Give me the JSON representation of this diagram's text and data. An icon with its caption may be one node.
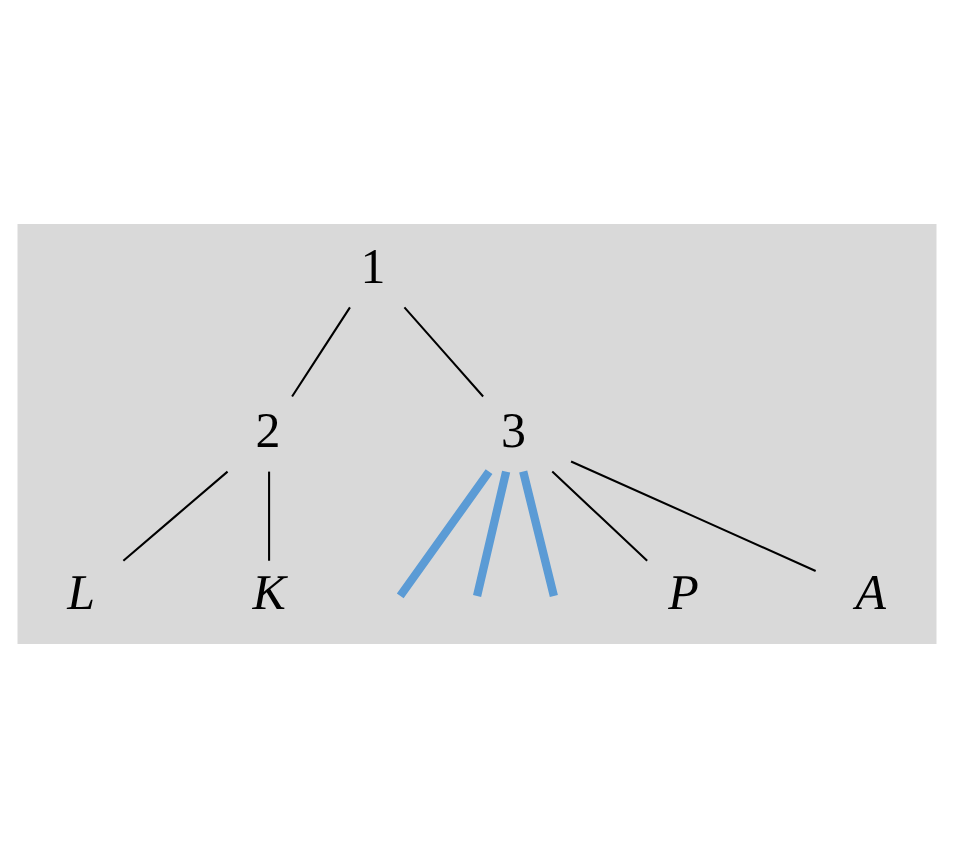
{
  "diagram": {
    "nodes": [
      {
        "text": [
          "1"
        ]
      },
      {
        "text": [
          "2"
        ]
      },
      {
        "text": [
          "3"
        ]
      },
      {
        "text": [
          "L"
        ]
      },
      {
        "text": [
          "K"
        ]
      },
      {
        "text": [
          "P"
        ]
      },
      {
        "text": [
          "A"
        ]
      }
    ],
    "edges": [
      {
        "from": 0,
        "to": 1,
        "arrow": "none"
      },
      {
        "from": 0,
        "to": 2,
        "arrow": "none"
      },
      {
        "from": 1,
        "to": 3,
        "arrow": "none"
      },
      {
        "from": 1,
        "to": 4,
        "arrow": "none"
      },
      {
        "from": 2,
        "to": 5,
        "arrow": "none"
      },
      {
        "from": 2,
        "to": 6,
        "arrow": "none"
      },
      {
        "from": 2,
        "to": null,
        "arrow": "none",
        "style": "thick",
        "color": "#5b9bd5"
      },
      {
        "from": 2,
        "to": null,
        "arrow": "none",
        "style": "thick",
        "color": "#5b9bd5"
      },
      {
        "from": 2,
        "to": null,
        "arrow": "none",
        "style": "thick",
        "color": "#5b9bd5"
      }
    ]
  }
}
